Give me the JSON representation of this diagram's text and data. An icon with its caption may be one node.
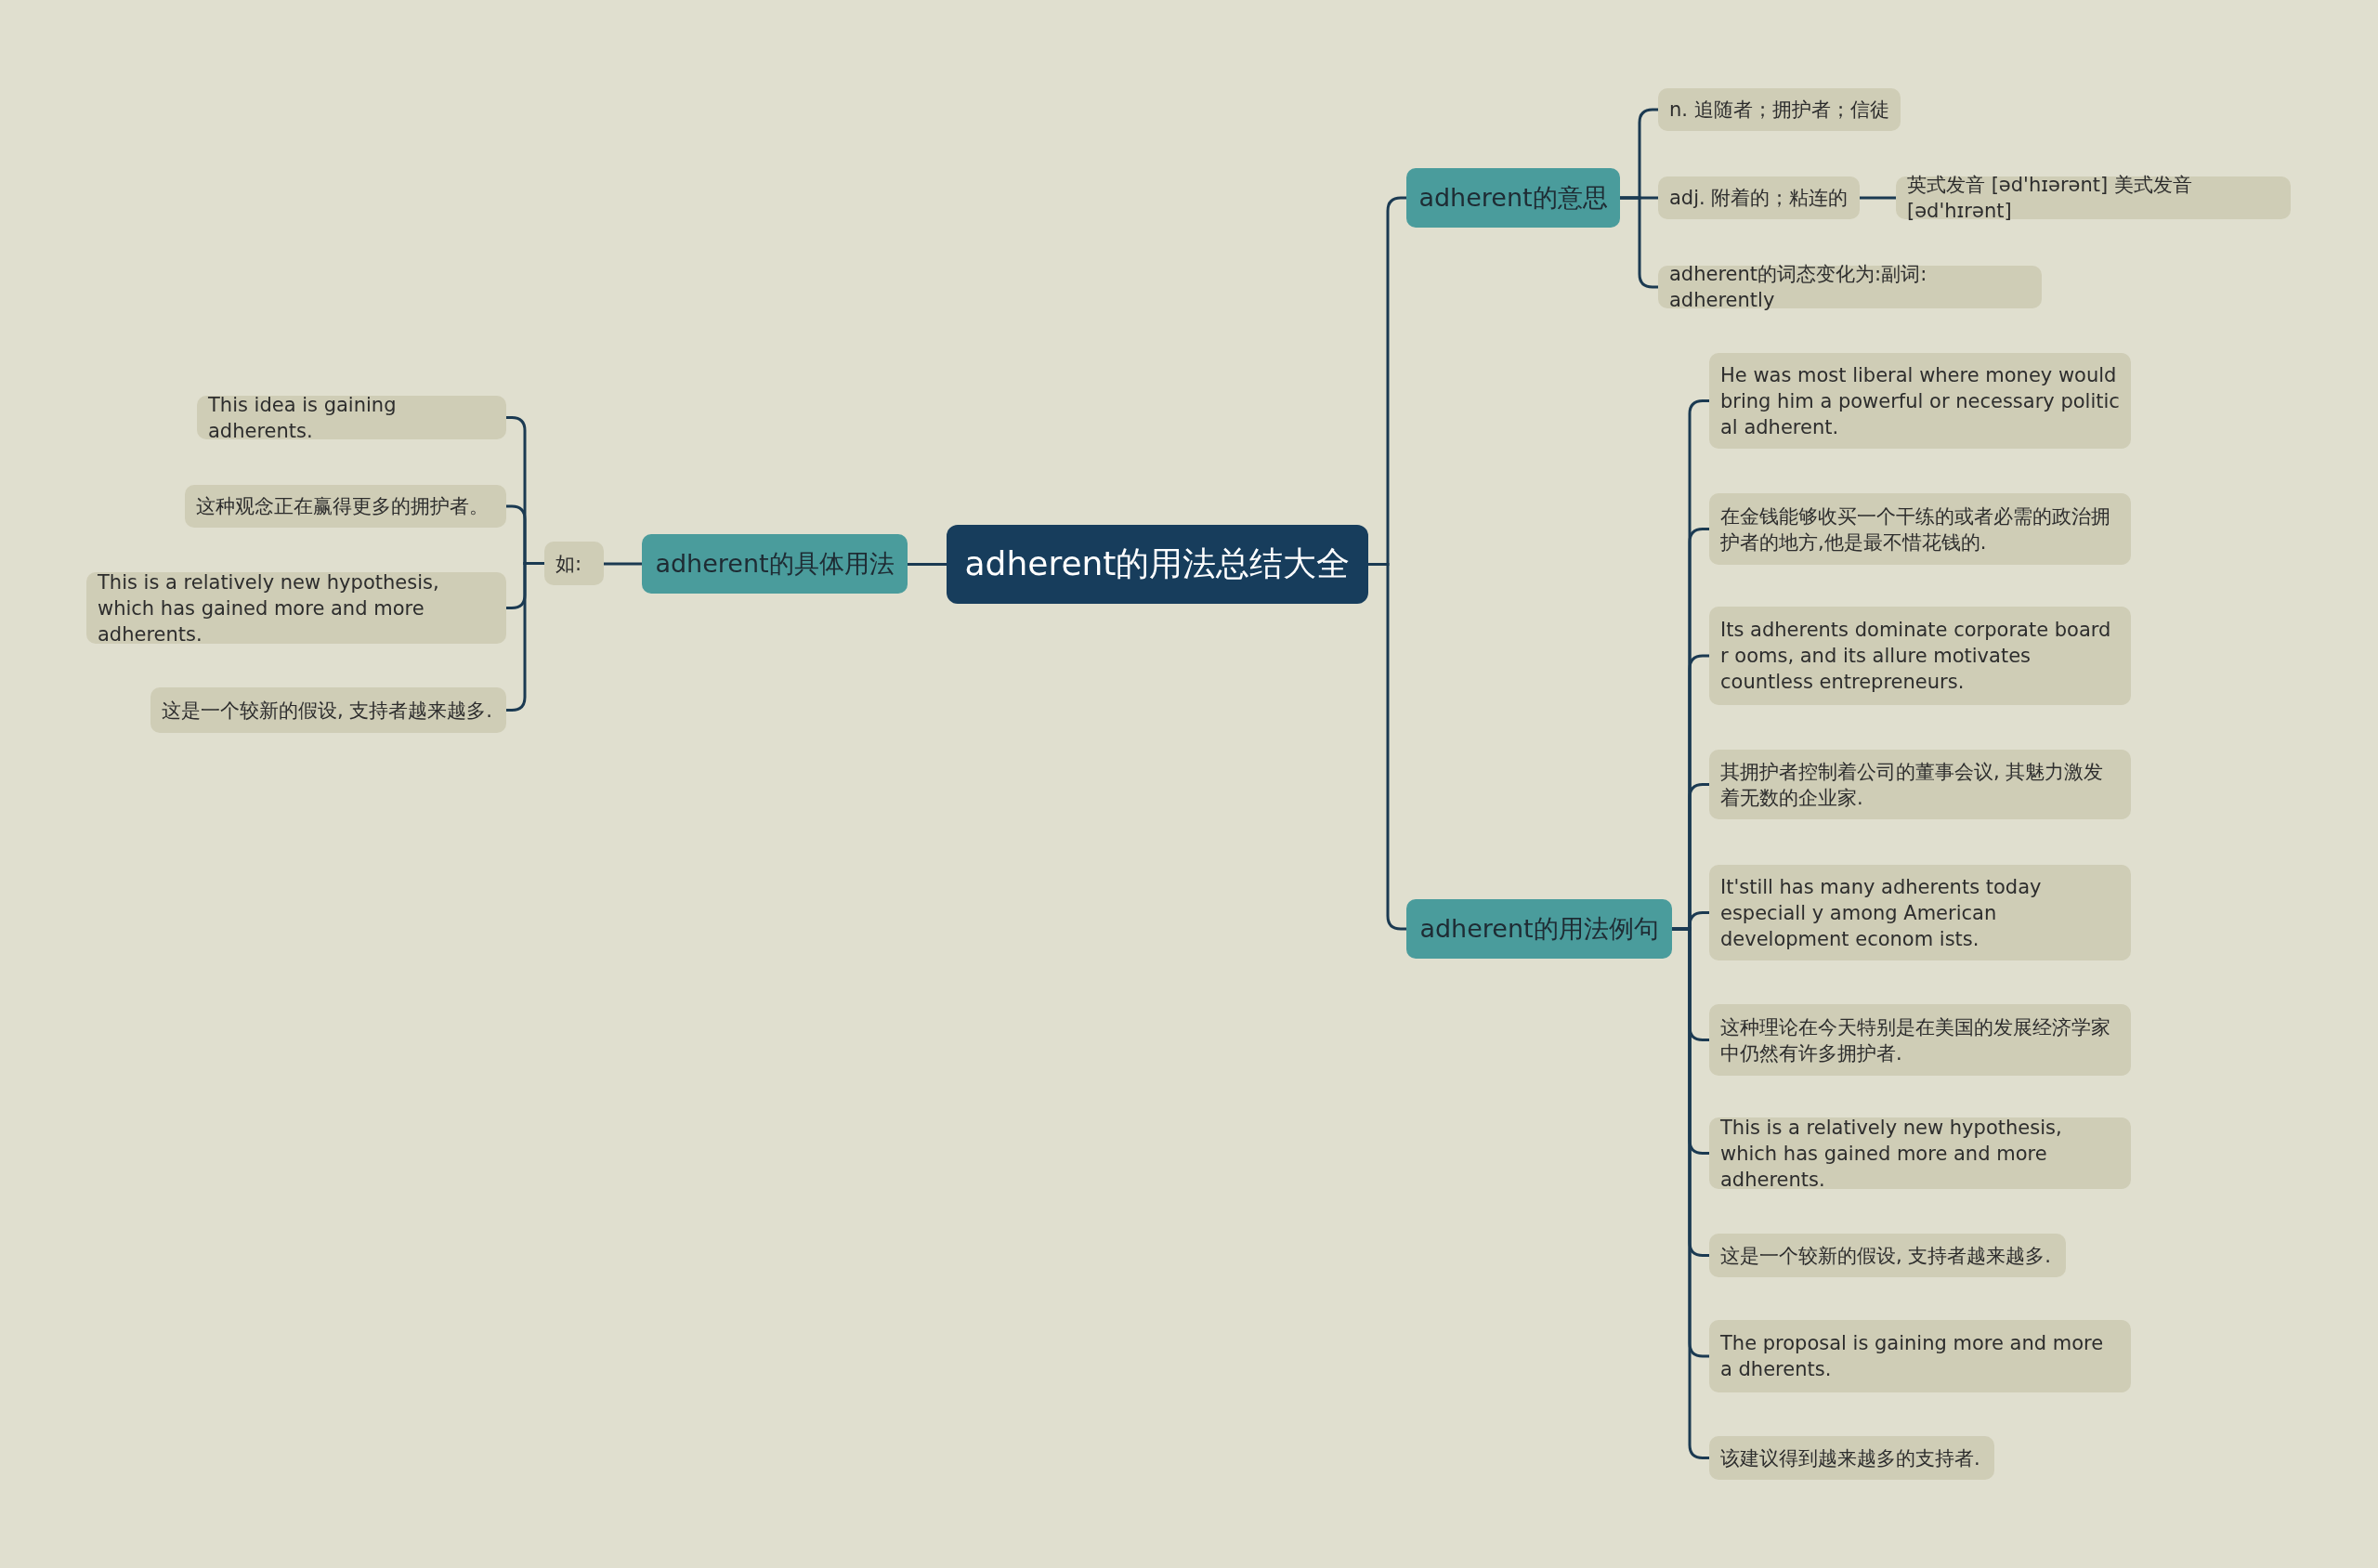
{
  "diagram": {
    "nodes": [
      {
        "text": [
          "adherent的用法总结大全"
        ]
      },
      {
        "text": [
          "adherent的意思"
        ]
      },
      {
        "text": [
          "n. 追随者；拥护者；信徒"
        ]
      },
      {
        "text": [
          "adj. 附着的；粘连的"
        ]
      },
      {
        "text": [
          "英式发音 [əd'hɪərənt] 美式发音 [əd'hɪrənt]"
        ]
      },
      {
        "text": [
          "adherent的词态变化为:副词: adherently"
        ]
      },
      {
        "text": [
          "adherent的用法例句"
        ]
      },
      {
        "text": [
          "He was most liberal where money would bring him a powerful or necessary politic al adherent."
        ]
      },
      {
        "text": [
          "在金钱能够收买一个干练的或者必需的政治拥护者的地方,他是最不惜花钱的."
        ]
      },
      {
        "text": [
          "Its adherents dominate corporate board r ooms, and its allure motivates countless entrepreneurs."
        ]
      },
      {
        "text": [
          "其拥护者控制着公司的董事会议, 其魅力激发着无数的企业家."
        ]
      },
      {
        "text": [
          "It'still has many adherents today especiall y among American development econom ists."
        ]
      },
      {
        "text": [
          "这种理论在今天特别是在美国的发展经济学家中仍然有许多拥护者."
        ]
      },
      {
        "text": [
          "This is a relatively new hypothesis, which has gained more and more adherents."
        ]
      },
      {
        "text": [
          "这是一个较新的假设, 支持者越来越多."
        ]
      },
      {
        "text": [
          "The proposal is gaining more and more a dherents."
        ]
      },
      {
        "text": [
          "该建议得到越来越多的支持者."
        ]
      },
      {
        "text": [
          "adherent的具体用法"
        ]
      },
      {
        "text": [
          "如:"
        ]
      },
      {
        "text": [
          "This idea is gaining adherents."
        ]
      },
      {
        "text": [
          "这种观念正在赢得更多的拥护者。"
        ]
      },
      {
        "text": [
          "This is a relatively new hypothesis, which has gained more and more adherents."
        ]
      },
      {
        "text": [
          "这是一个较新的假设, 支持者越来越多."
        ]
      }
    ],
    "edges": [
      {
        "from": 0,
        "to": 1,
        "arrow": "none"
      },
      {
        "from": 1,
        "to": 2,
        "arrow": "none"
      },
      {
        "from": 1,
        "to": 3,
        "arrow": "none"
      },
      {
        "from": 3,
        "to": 4,
        "arrow": "none"
      },
      {
        "from": 1,
        "to": 5,
        "arrow": "none"
      },
      {
        "from": 0,
        "to": 6,
        "arrow": "none"
      },
      {
        "from": 6,
        "to": 7,
        "arrow": "none"
      },
      {
        "from": 6,
        "to": 8,
        "arrow": "none"
      },
      {
        "from": 6,
        "to": 9,
        "arrow": "none"
      },
      {
        "from": 6,
        "to": 10,
        "arrow": "none"
      },
      {
        "from": 6,
        "to": 11,
        "arrow": "none"
      },
      {
        "from": 6,
        "to": 12,
        "arrow": "none"
      },
      {
        "from": 6,
        "to": 13,
        "arrow": "none"
      },
      {
        "from": 6,
        "to": 14,
        "arrow": "none"
      },
      {
        "from": 6,
        "to": 15,
        "arrow": "none"
      },
      {
        "from": 6,
        "to": 16,
        "arrow": "none"
      },
      {
        "from": 0,
        "to": 17,
        "arrow": "none"
      },
      {
        "from": 17,
        "to": 18,
        "arrow": "none"
      },
      {
        "from": 18,
        "to": 19,
        "arrow": "none"
      },
      {
        "from": 18,
        "to": 20,
        "arrow": "none"
      },
      {
        "from": 18,
        "to": 21,
        "arrow": "none"
      },
      {
        "from": 18,
        "to": 22,
        "arrow": "none"
      }
    ]
  }
}
